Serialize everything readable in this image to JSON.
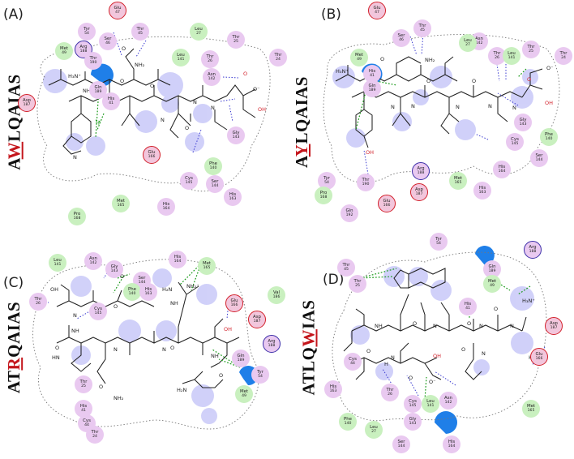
{
  "panels": [
    {
      "label": "(A)",
      "peptide": [
        "A",
        "W",
        "LQAIAS"
      ],
      "residues": [
        {
          "name": "Glu",
          "num": "47",
          "type": "neg"
        },
        {
          "name": "Tyr",
          "num": "54",
          "type": "polar"
        },
        {
          "name": "Ser",
          "num": "46",
          "type": "polar"
        },
        {
          "name": "Thr",
          "num": "45",
          "type": "polar"
        },
        {
          "name": "Leu",
          "num": "27",
          "type": "hydro"
        },
        {
          "name": "Met",
          "num": "49",
          "type": "hydro"
        },
        {
          "name": "Arg",
          "num": "188",
          "type": "pos"
        },
        {
          "name": "Thr",
          "num": "190",
          "type": "polar"
        },
        {
          "name": "Leu",
          "num": "141",
          "type": "hydro"
        },
        {
          "name": "Thr",
          "num": "26",
          "type": "polar"
        },
        {
          "name": "Thr",
          "num": "25",
          "type": "polar"
        },
        {
          "name": "Thr",
          "num": "24",
          "type": "polar"
        },
        {
          "name": "Gln",
          "num": "189",
          "type": "polar"
        },
        {
          "name": "His",
          "num": "41",
          "type": "polar"
        },
        {
          "name": "Asn",
          "num": "142",
          "type": "polar"
        },
        {
          "name": "Asp",
          "num": "187",
          "type": "neg"
        },
        {
          "name": "Gly",
          "num": "143",
          "type": "polar"
        },
        {
          "name": "Glu",
          "num": "166",
          "type": "neg"
        },
        {
          "name": "Cys",
          "num": "145",
          "type": "polar"
        },
        {
          "name": "Phe",
          "num": "140",
          "type": "hydro"
        },
        {
          "name": "Ser",
          "num": "144",
          "type": "polar"
        },
        {
          "name": "Met",
          "num": "165",
          "type": "hydro"
        },
        {
          "name": "His",
          "num": "164",
          "type": "polar"
        },
        {
          "name": "His",
          "num": "163",
          "type": "polar"
        },
        {
          "name": "Pro",
          "num": "168",
          "type": "hydro"
        }
      ],
      "atoms": [
        "H₃N⁺",
        "O",
        "NH₂",
        "NH",
        "N",
        "O",
        "OH",
        "H",
        "O",
        "N",
        "N",
        "N",
        "O",
        "N",
        "O",
        "O⁻"
      ]
    },
    {
      "label": "(B)",
      "peptide": [
        "A",
        "Y",
        "LQAIAS"
      ],
      "residues": [
        {
          "name": "Glu",
          "num": "47",
          "type": "neg"
        },
        {
          "name": "Thr",
          "num": "45",
          "type": "polar"
        },
        {
          "name": "Ser",
          "num": "46",
          "type": "polar"
        },
        {
          "name": "Asn",
          "num": "142",
          "type": "polar"
        },
        {
          "name": "Leu",
          "num": "27",
          "type": "hydro"
        },
        {
          "name": "Met",
          "num": "49",
          "type": "hydro"
        },
        {
          "name": "Thr",
          "num": "26",
          "type": "polar"
        },
        {
          "name": "Leu",
          "num": "141",
          "type": "hydro"
        },
        {
          "name": "Thr",
          "num": "25",
          "type": "polar"
        },
        {
          "name": "Thr",
          "num": "24",
          "type": "polar"
        },
        {
          "name": "His",
          "num": "41",
          "type": "polar"
        },
        {
          "name": "Gln",
          "num": "189",
          "type": "polar"
        },
        {
          "name": "Gly",
          "num": "143",
          "type": "polar"
        },
        {
          "name": "Phe",
          "num": "140",
          "type": "hydro"
        },
        {
          "name": "Cys",
          "num": "145",
          "type": "polar"
        },
        {
          "name": "Ser",
          "num": "144",
          "type": "polar"
        },
        {
          "name": "Tyr",
          "num": "54",
          "type": "polar"
        },
        {
          "name": "Arg",
          "num": "188",
          "type": "pos"
        },
        {
          "name": "Met",
          "num": "165",
          "type": "hydro"
        },
        {
          "name": "His",
          "num": "164",
          "type": "polar"
        },
        {
          "name": "Thr",
          "num": "190",
          "type": "polar"
        },
        {
          "name": "Asp",
          "num": "187",
          "type": "neg"
        },
        {
          "name": "His",
          "num": "163",
          "type": "polar"
        },
        {
          "name": "Pro",
          "num": "168",
          "type": "hydro"
        },
        {
          "name": "Glu",
          "num": "166",
          "type": "neg"
        },
        {
          "name": "Gln",
          "num": "192",
          "type": "polar"
        }
      ],
      "atoms": [
        "H₃N⁺",
        "O",
        "NH₂",
        "N",
        "O",
        "OH",
        "OH",
        "O⁻",
        "O",
        "N",
        "N",
        "N",
        "O",
        "N"
      ]
    },
    {
      "label": "(C)",
      "peptide": [
        "AT",
        "R",
        "QAIAS"
      ],
      "residues": [
        {
          "name": "Leu",
          "num": "141",
          "type": "hydro"
        },
        {
          "name": "Asn",
          "num": "142",
          "type": "polar"
        },
        {
          "name": "Gly",
          "num": "143",
          "type": "polar"
        },
        {
          "name": "His",
          "num": "164",
          "type": "polar"
        },
        {
          "name": "Met",
          "num": "165",
          "type": "hydro"
        },
        {
          "name": "Ser",
          "num": "144",
          "type": "polar"
        },
        {
          "name": "Phe",
          "num": "140",
          "type": "hydro"
        },
        {
          "name": "His",
          "num": "163",
          "type": "polar"
        },
        {
          "name": "Thr",
          "num": "26",
          "type": "polar"
        },
        {
          "name": "Cys",
          "num": "145",
          "type": "polar"
        },
        {
          "name": "Val",
          "num": "186",
          "type": "hydro"
        },
        {
          "name": "Glu",
          "num": "166",
          "type": "neg"
        },
        {
          "name": "Asp",
          "num": "187",
          "type": "neg"
        },
        {
          "name": "Arg",
          "num": "188",
          "type": "pos"
        },
        {
          "name": "Gln",
          "num": "189",
          "type": "polar"
        },
        {
          "name": "Tyr",
          "num": "54",
          "type": "polar"
        },
        {
          "name": "Thr",
          "num": "25",
          "type": "polar"
        },
        {
          "name": "His",
          "num": "41",
          "type": "polar"
        },
        {
          "name": "Met",
          "num": "49",
          "type": "hydro"
        },
        {
          "name": "Cys",
          "num": "44",
          "type": "polar"
        },
        {
          "name": "Thr",
          "num": "24",
          "type": "polar"
        }
      ],
      "atoms": [
        "OH",
        "O",
        "NH",
        "N",
        "O",
        "HN",
        "O",
        "H₂N",
        "NH₂⁺",
        "NH",
        "N",
        "O",
        "OH",
        "N",
        "NH",
        "O⁻",
        "O",
        "H₂N",
        "NH₂"
      ]
    },
    {
      "label": "(D)",
      "peptide": [
        "ATLQ",
        "W",
        "IAS"
      ],
      "residues": [
        {
          "name": "Tyr",
          "num": "54",
          "type": "polar"
        },
        {
          "name": "Arg",
          "num": "188",
          "type": "pos"
        },
        {
          "name": "Thr",
          "num": "45",
          "type": "polar"
        },
        {
          "name": "Gln",
          "num": "189",
          "type": "polar"
        },
        {
          "name": "Met",
          "num": "49",
          "type": "hydro"
        },
        {
          "name": "Thr",
          "num": "25",
          "type": "polar"
        },
        {
          "name": "His",
          "num": "41",
          "type": "polar"
        },
        {
          "name": "Asp",
          "num": "187",
          "type": "neg"
        },
        {
          "name": "Cys",
          "num": "44",
          "type": "polar"
        },
        {
          "name": "Thr",
          "num": "26",
          "type": "polar"
        },
        {
          "name": "Glu",
          "num": "166",
          "type": "neg"
        },
        {
          "name": "His",
          "num": "163",
          "type": "polar"
        },
        {
          "name": "Cys",
          "num": "145",
          "type": "polar"
        },
        {
          "name": "Leu",
          "num": "141",
          "type": "hydro"
        },
        {
          "name": "Asn",
          "num": "142",
          "type": "polar"
        },
        {
          "name": "Met",
          "num": "165",
          "type": "hydro"
        },
        {
          "name": "Phe",
          "num": "140",
          "type": "hydro"
        },
        {
          "name": "Leu",
          "num": "27",
          "type": "hydro"
        },
        {
          "name": "Gly",
          "num": "143",
          "type": "polar"
        },
        {
          "name": "His",
          "num": "164",
          "type": "polar"
        },
        {
          "name": "Ser",
          "num": "144",
          "type": "polar"
        }
      ],
      "atoms": [
        "NH",
        "N",
        "O",
        "N",
        "O",
        "N",
        "O",
        "N",
        "O",
        "H₃N⁺",
        "HO",
        "N",
        "O",
        "OH",
        "H",
        "O⁻",
        "O"
      ]
    }
  ],
  "colors": {
    "polar": "#e9c9f0",
    "hydro": "#c9f0bf",
    "neg_ring": "#d2202a",
    "pos_ring": "#3b2ea8",
    "hbond": "#3a3ad0",
    "pipi": "#1a9a1a",
    "blob": "#5b5bea",
    "bigblob": "#1f7fe8",
    "highlight": "#c4161c"
  }
}
